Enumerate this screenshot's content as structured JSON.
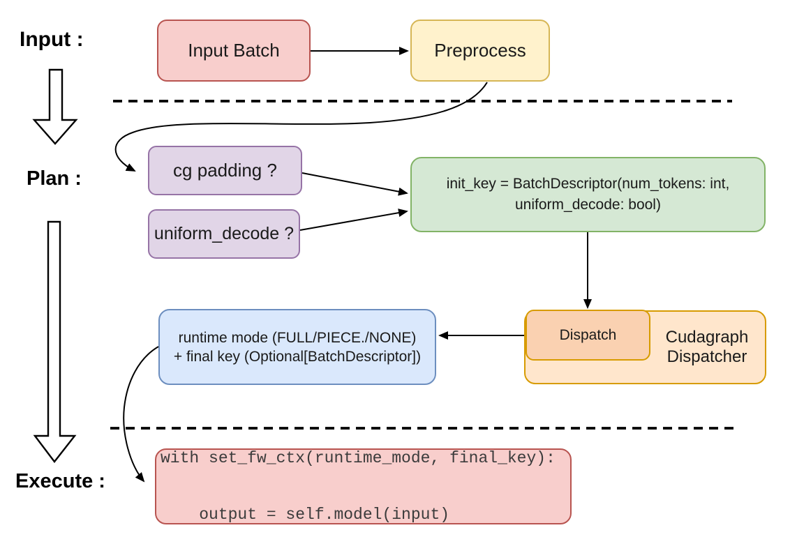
{
  "sections": {
    "input_label": "Input :",
    "plan_label": "Plan :",
    "execute_label": "Execute :"
  },
  "nodes": {
    "input_batch": {
      "label": "Input Batch"
    },
    "preprocess": {
      "label": "Preprocess"
    },
    "cg_padding": {
      "label": "cg padding ?"
    },
    "uniform_decode": {
      "label": "uniform_decode ?"
    },
    "init_key": {
      "line1": "init_key = BatchDescriptor(num_tokens: int,",
      "line2": "uniform_decode: bool)"
    },
    "runtime_mode": {
      "line1": "runtime mode (FULL/PIECE./NONE)",
      "line2": "+ final key (Optional[BatchDescriptor])"
    },
    "dispatch": {
      "label": "Dispatch"
    },
    "cudagraph_dispatcher": {
      "line1": "Cudagraph",
      "line2": "Dispatcher"
    },
    "execute_code": {
      "line1": "with set_fw_ctx(runtime_mode, final_key):",
      "line2": "    output = self.model(input)"
    }
  },
  "colors": {
    "red_fill": "#f8cecc",
    "red_stroke": "#b85450",
    "yellow_fill": "#fff2cc",
    "yellow_stroke": "#d6b656",
    "purple_fill": "#e1d5e7",
    "purple_stroke": "#9673a6",
    "green_fill": "#d5e8d4",
    "green_stroke": "#82b366",
    "blue_fill": "#dae8fc",
    "blue_stroke": "#6c8ebf",
    "orange_fill": "#ffe6cc",
    "orange_stroke": "#d79b00",
    "dispatch_fill": "#fad1b1",
    "connector": "#000000",
    "background": "#ffffff"
  }
}
